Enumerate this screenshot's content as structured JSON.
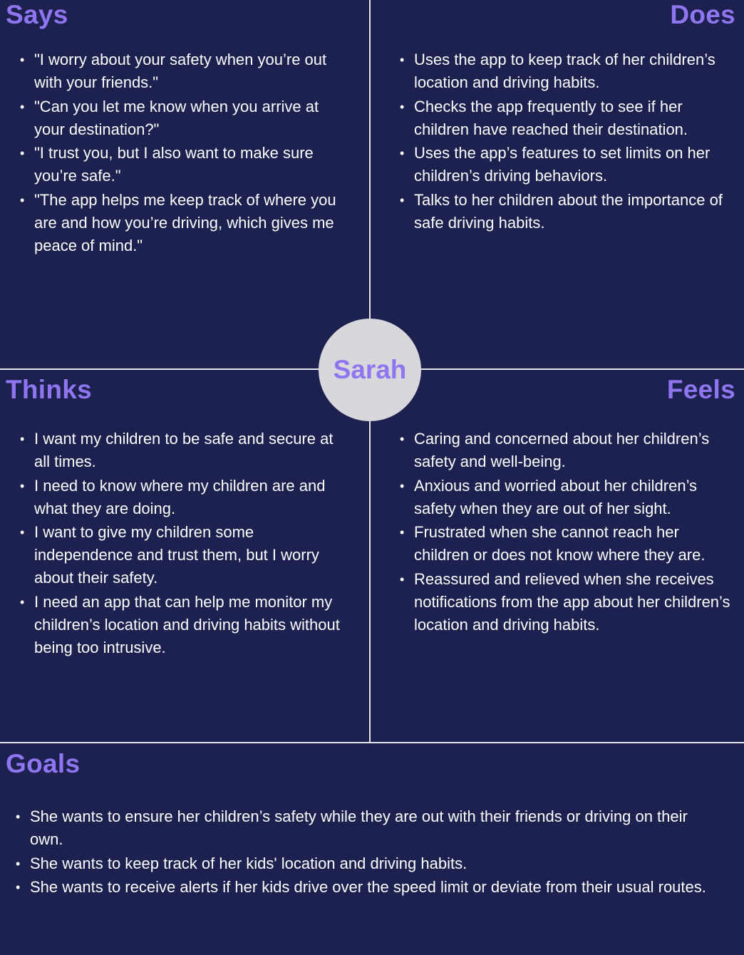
{
  "persona": {
    "name": "Sarah"
  },
  "says": {
    "title": "Says",
    "items": [
      "\"I worry about your safety when you’re out with your friends.\"",
      "\"Can you let me know when you arrive at your destination?\"",
      "\"I trust you, but I also want to make sure you’re safe.\"",
      "\"The app helps me keep track of where you are and how you’re driving, which gives me peace of mind.\""
    ]
  },
  "does": {
    "title": "Does",
    "items": [
      "Uses the app to keep track of her children’s location and driving habits.",
      "Checks the app frequently to see if her children have reached their destination.",
      "Uses the app’s features to set limits on her children’s driving behaviors.",
      "Talks to her children about the importance of safe driving habits."
    ]
  },
  "thinks": {
    "title": "Thinks",
    "items": [
      "I want my children to be safe and secure at all times.",
      "I need to know where my children are and what they are doing.",
      "I want to give my children some independence and trust them, but I worry about their safety.",
      "I need an app that can help me monitor my children’s location and driving habits without being too intrusive."
    ]
  },
  "feels": {
    "title": "Feels",
    "items": [
      "Caring and concerned about her children’s safety and well-being.",
      "Anxious and worried about her children’s safety when they are out of her sight.",
      "Frustrated when she cannot reach her children or does not know where they are.",
      "Reassured and relieved when she receives notifications from the app about her children’s location and driving habits."
    ]
  },
  "goals": {
    "title": "Goals",
    "items": [
      "She wants to ensure her children’s safety while they are out with their friends or driving on their own.",
      "She wants to keep track of her kids' location and driving habits.",
      "She wants to receive alerts if her kids drive over the speed limit or deviate from their usual routes."
    ]
  },
  "colors": {
    "background": "#1c2150",
    "accent": "#8f76f0",
    "text": "#ffffff",
    "divider": "#e6e6ee",
    "circle": "#d8d8dc"
  }
}
